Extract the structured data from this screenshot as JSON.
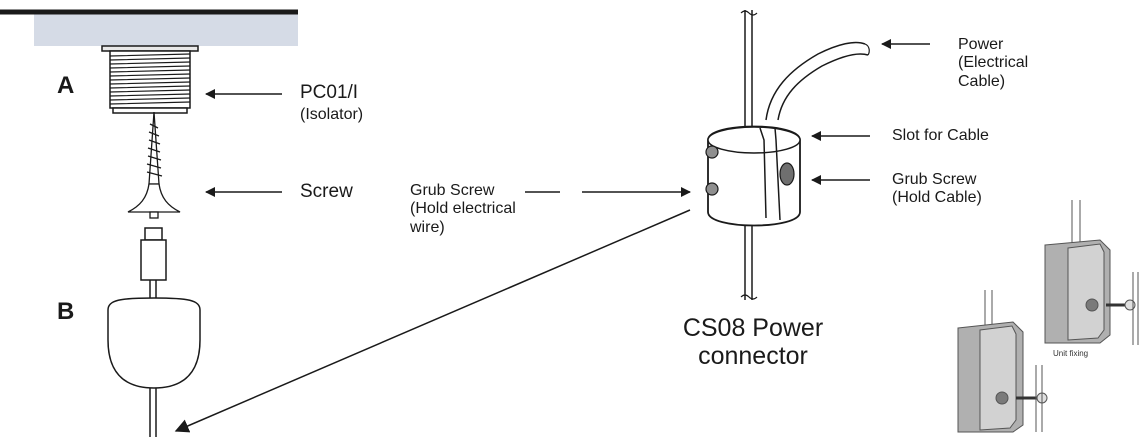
{
  "labels": {
    "part_a": "A",
    "part_b": "B",
    "isolator_line1": "PC01/I",
    "isolator_line2": "(Isolator)",
    "screw": "Screw",
    "grub_left_line1": "Grub Screw",
    "grub_left_line2": "(Hold electrical",
    "grub_left_line3": "wire)",
    "power_line1": "Power",
    "power_line2": "(Electrical",
    "power_line3": "Cable)",
    "slot": "Slot for Cable",
    "grub_right_line1": "Grub Screw",
    "grub_right_line2": "(Hold Cable)",
    "title_line1": "CS08 Power",
    "title_line2": "connector",
    "unit_fixing": "Unit fixing"
  },
  "colors": {
    "ceiling": "#d5dbe6",
    "stroke": "#1a1a1a",
    "unit_body": "#9a9a9a",
    "unit_front": "#c4c4c4"
  }
}
